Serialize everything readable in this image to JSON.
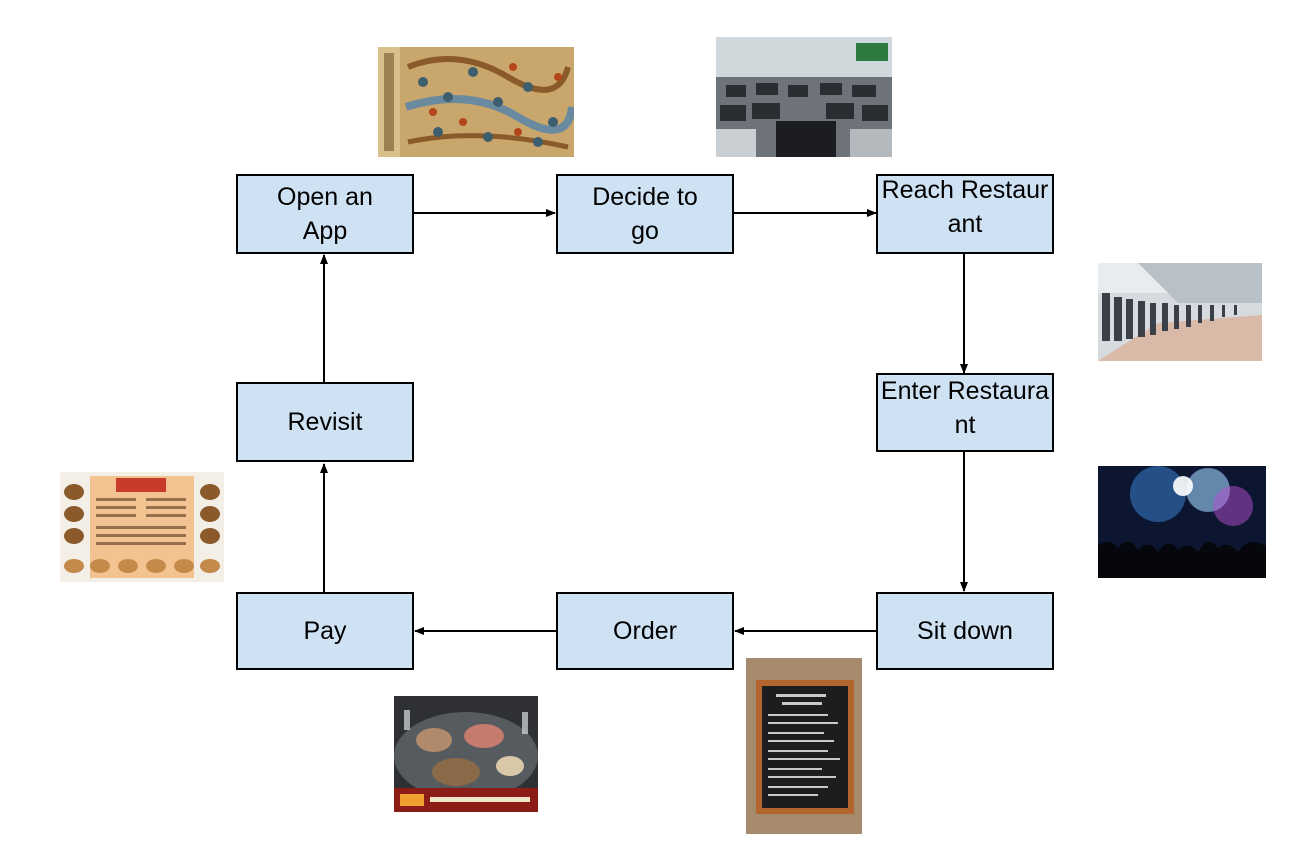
{
  "nodes": {
    "open_app": "Open an App",
    "decide": "Decide to go",
    "reach": "Reach Restaurant",
    "enter": "Enter Restaurant",
    "sit": "Sit down",
    "order": "Order",
    "pay": "Pay",
    "revisit": "Revisit"
  },
  "colors": {
    "node_fill": "#cfe2f3",
    "node_border": "#000000",
    "arrow": "#000000"
  }
}
